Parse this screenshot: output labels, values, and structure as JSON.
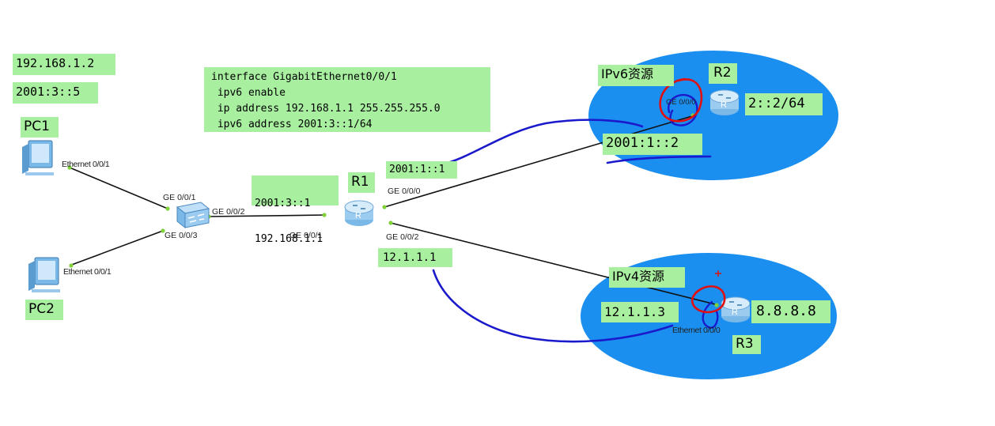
{
  "pc1_ipv4": "192.168.1.2",
  "pc1_ipv6": "2001:3::5",
  "config_lines": [
    "interface GigabitEthernet0/0/1",
    " ipv6 enable",
    " ip address 192.168.1.1 255.255.255.0",
    " ipv6 address 2001:3::1/64"
  ],
  "devices": {
    "pc1": "PC1",
    "pc2": "PC2",
    "r1": "R1",
    "r2": "R2",
    "r3": "R3"
  },
  "ports": {
    "pc1_eth": "Ethernet 0/0/1",
    "pc2_eth": "Ethernet 0/0/1",
    "sw_ge1": "GE 0/0/1",
    "sw_ge2": "GE 0/0/2",
    "sw_ge3": "GE 0/0/3",
    "r1_ge1": "GE 0/0/1",
    "r1_ge0": "GE 0/0/0",
    "r1_ge2": "GE 0/0/2",
    "r2_ge0": "GE 0/0/0",
    "r3_eth": "Ethernet 0/0/0"
  },
  "addresses": {
    "r1_g1_ipv6": "2001:3::1",
    "r1_g1_ipv4": "192.168.1.1",
    "r1_g0_ipv6": "2001:1::1",
    "r1_g2_ipv4": "12.1.1.1",
    "r2_link": "2001:1::2",
    "r2_loop": "2::2/64",
    "r3_link": "12.1.1.3",
    "r3_loop": "8.8.8.8"
  },
  "regions": {
    "ipv6": "IPv6资源",
    "ipv4": "IPv4资源"
  },
  "colors": {
    "ellipse": "#1a8ff0",
    "label_bg": "#a8f0a0",
    "annot_blue": "#1a1acc",
    "annot_red": "#e01010",
    "port_dot": "#7fd23a"
  }
}
